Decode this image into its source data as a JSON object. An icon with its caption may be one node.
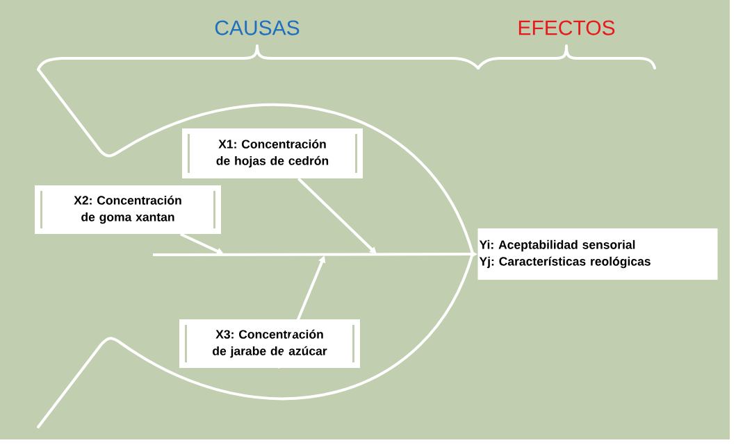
{
  "diagram": {
    "nodes": [
      {
        "text": [
          "X1: Concentración de hojas de cedrón"
        ]
      },
      {
        "text": [
          "X2: Concentración de goma xantan"
        ]
      },
      {
        "text": [
          "X3: Concentración de jarabe de azúcar"
        ]
      },
      {
        "text": [
          "Yi: Aceptabilidad sensorial",
          "Yj: Características reológicas"
        ]
      }
    ],
    "edges": [
      {
        "from": 0,
        "to": null,
        "arrow": "to"
      },
      {
        "from": 1,
        "to": null,
        "arrow": "to"
      },
      {
        "from": 2,
        "to": null,
        "arrow": "to"
      },
      {
        "from": null,
        "to": 3,
        "arrow": "to"
      }
    ],
    "labels": [
      "CAUSAS",
      "EFECTOS"
    ]
  }
}
